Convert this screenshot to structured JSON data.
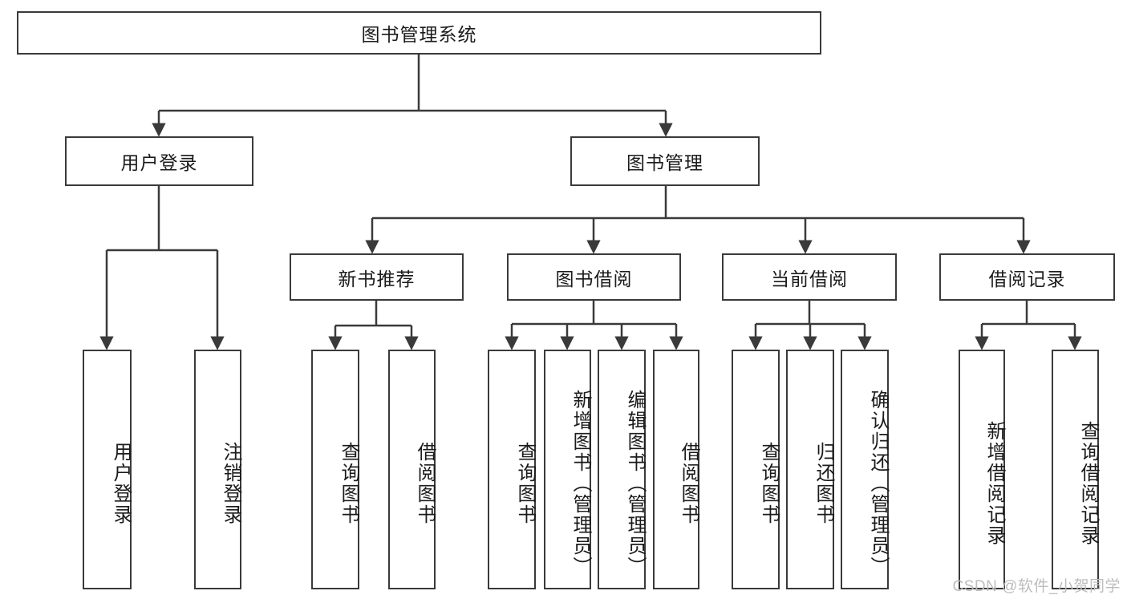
{
  "diagram": {
    "title": "图书管理系统",
    "type": "hierarchy-tree",
    "root": {
      "label": "图书管理系统"
    },
    "level2": [
      {
        "label": "用户登录"
      },
      {
        "label": "图书管理"
      }
    ],
    "level3": [
      {
        "label": "新书推荐"
      },
      {
        "label": "图书借阅"
      },
      {
        "label": "当前借阅"
      },
      {
        "label": "借阅记录"
      }
    ],
    "leaves": {
      "user_login": [
        {
          "label": "用户登录"
        },
        {
          "label": "注销登录"
        }
      ],
      "new_book_recommend": [
        {
          "label": "查询图书"
        },
        {
          "label": "借阅图书"
        }
      ],
      "book_borrow": [
        {
          "label": "查询图书"
        },
        {
          "label": "新增图书（管理员）"
        },
        {
          "label": "编辑图书（管理员）"
        },
        {
          "label": "借阅图书"
        }
      ],
      "current_borrow": [
        {
          "label": "查询图书"
        },
        {
          "label": "归还图书"
        },
        {
          "label": "确认归还（管理员）"
        }
      ],
      "borrow_record": [
        {
          "label": "新增借阅记录"
        },
        {
          "label": "查询借阅记录"
        }
      ]
    }
  },
  "watermark": {
    "text": "CSDN @软件_小贺同学"
  },
  "colors": {
    "border": "#3a3a3a",
    "text": "#1b1b1b",
    "background": "#ffffff",
    "watermark": "#bdbdbd"
  }
}
